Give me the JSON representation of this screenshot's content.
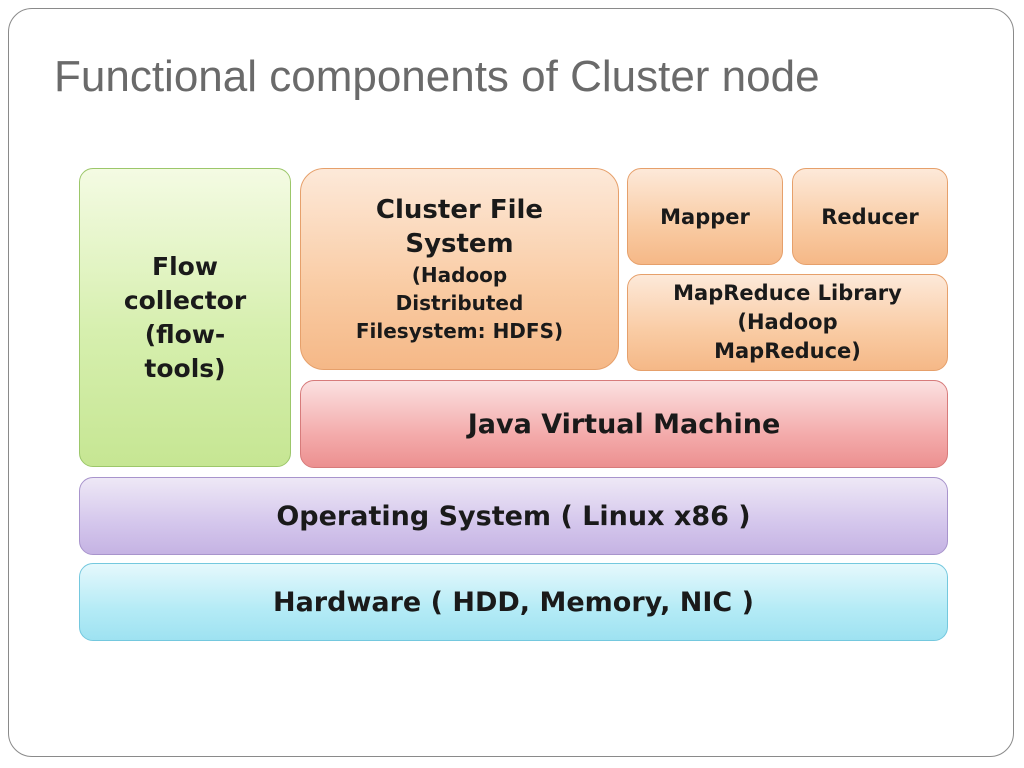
{
  "title": "Functional components of Cluster node",
  "diagram": {
    "flow_collector": [
      "Flow",
      "collector",
      "(flow-",
      "tools)"
    ],
    "cluster_fs": {
      "title": [
        "Cluster File",
        "System"
      ],
      "subtitle": [
        "(Hadoop",
        "Distributed",
        "Filesystem: HDFS)"
      ]
    },
    "mapper": "Mapper",
    "reducer": "Reducer",
    "mapreduce_library": [
      "MapReduce Library",
      "(Hadoop",
      "MapReduce)"
    ],
    "jvm": "Java Virtual Machine",
    "os": "Operating System ( Linux x86 )",
    "hardware": "Hardware ( HDD, Memory, NIC )"
  }
}
